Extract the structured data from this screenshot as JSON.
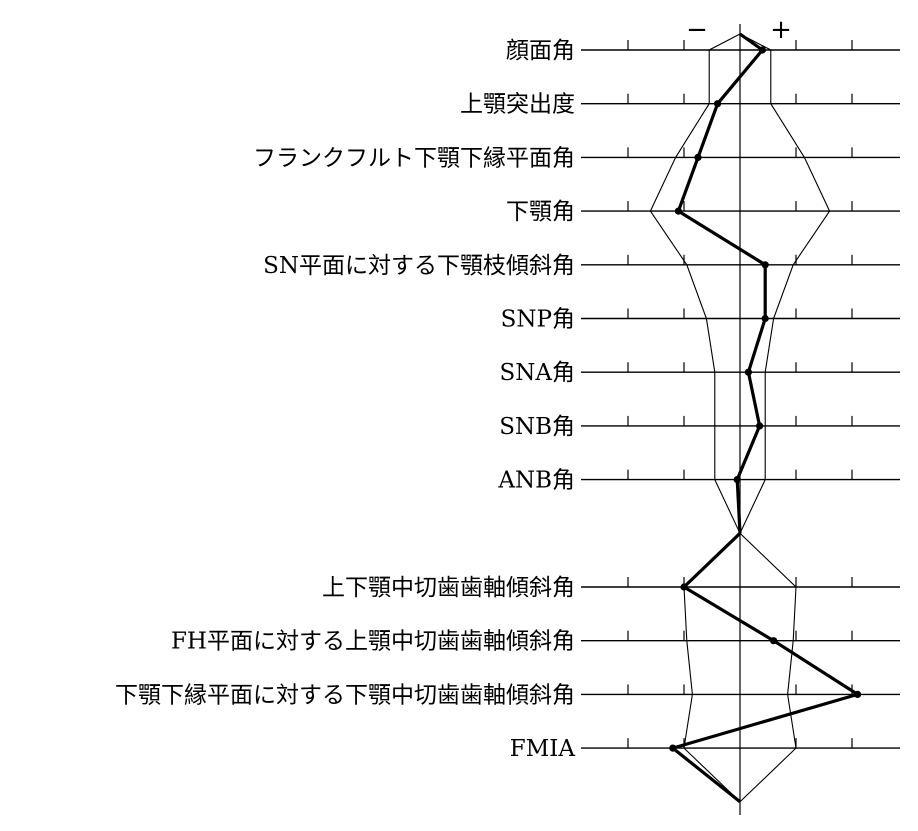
{
  "chart_data": {
    "type": "polygonogram",
    "title": "",
    "sign_labels": {
      "negative": "−",
      "positive": "+"
    },
    "x_units": "standard deviations from mean",
    "xlim": [
      -3.2,
      3.2
    ],
    "tick_sd": [
      -3,
      -2,
      -1,
      0,
      1,
      2,
      3
    ],
    "rows": [
      {
        "label": "顔面角",
        "value": 0.4,
        "sd_minus": -0.55,
        "sd_plus": 0.55
      },
      {
        "label": "上顎突出度",
        "value": -0.4,
        "sd_minus": -0.55,
        "sd_plus": 0.55
      },
      {
        "label": "フランクフルト下顎下縁平面角",
        "value": -0.75,
        "sd_minus": -1.15,
        "sd_plus": 1.15
      },
      {
        "label": "下顎角",
        "value": -1.1,
        "sd_minus": -1.6,
        "sd_plus": 1.6
      },
      {
        "label": "SN平面に対する下顎枝傾斜角",
        "value": 0.45,
        "sd_minus": -0.95,
        "sd_plus": 0.95
      },
      {
        "label": "SNP角",
        "value": 0.45,
        "sd_minus": -0.6,
        "sd_plus": 0.6
      },
      {
        "label": "SNA角",
        "value": 0.15,
        "sd_minus": -0.45,
        "sd_plus": 0.45
      },
      {
        "label": "SNB角",
        "value": 0.35,
        "sd_minus": -0.45,
        "sd_plus": 0.45
      },
      {
        "label": "ANB角",
        "value": -0.05,
        "sd_minus": -0.45,
        "sd_plus": 0.45
      },
      {
        "label": "",
        "value": 0.0,
        "sd_minus": 0.0,
        "sd_plus": 0.0,
        "is_spacer": true
      },
      {
        "label": "上下顎中切歯歯軸傾斜角",
        "value": -1.0,
        "sd_minus": -1.0,
        "sd_plus": 1.0
      },
      {
        "label": "FH平面に対する上顎中切歯歯軸傾斜角",
        "value": 0.6,
        "sd_minus": -0.95,
        "sd_plus": 0.95
      },
      {
        "label": "下顎下縁平面に対する下顎中切歯歯軸傾斜角",
        "value": 2.1,
        "sd_minus": -0.85,
        "sd_plus": 0.85
      },
      {
        "label": "FMIA",
        "value": -1.2,
        "sd_minus": -1.0,
        "sd_plus": 1.0
      },
      {
        "label": "",
        "value": 0.0,
        "sd_minus": 0.0,
        "sd_plus": 0.0,
        "is_end": true
      }
    ],
    "grid": false,
    "legend": "none"
  }
}
